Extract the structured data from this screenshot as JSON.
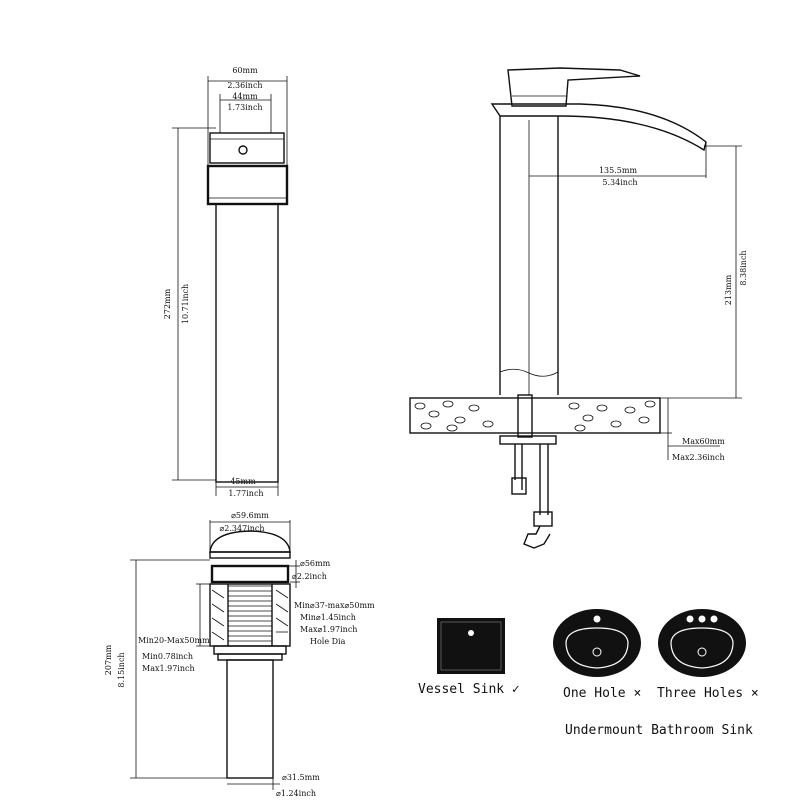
{
  "faucet_top_view": {
    "width_mm": "60mm",
    "width_in": "2.36inch",
    "inner_mm": "44mm",
    "inner_in": "1.73inch",
    "height_mm": "272mm",
    "height_in": "10.71inch",
    "base_mm": "45mm",
    "base_in": "1.77inch"
  },
  "faucet_side_view": {
    "reach_mm": "135.5mm",
    "reach_in": "5.34inch",
    "spout_height_mm": "213mm",
    "spout_height_in": "8.38inch",
    "deck_max_mm": "Max60mm",
    "deck_max_in": "Max2.36inch"
  },
  "drain": {
    "cap_dia_mm": "⌀59.6mm",
    "cap_dia_in": "⌀2.347inch",
    "flange_mm": "⌀56mm",
    "flange_in": "⌀2.2inch",
    "hole_mm": "Min⌀37-max⌀50mm",
    "hole_min_in": "Min⌀1.45inch",
    "hole_max_in": "Max⌀1.97inch",
    "hole_label": "Hole Dia",
    "thick_mm": "Min20-Max50mm",
    "thick_min_in": "Min0.78inch",
    "thick_max_in": "Max1.97inch",
    "height_mm": "207mm",
    "height_in": "8.15inch",
    "tail_mm": "⌀31.5mm",
    "tail_in": "⌀1.24inch"
  },
  "sinks": {
    "vessel": "Vessel Sink ✓",
    "one_hole": "One Hole ×",
    "three_holes": "Three Holes ×",
    "undermount": "Undermount Bathroom Sink"
  }
}
